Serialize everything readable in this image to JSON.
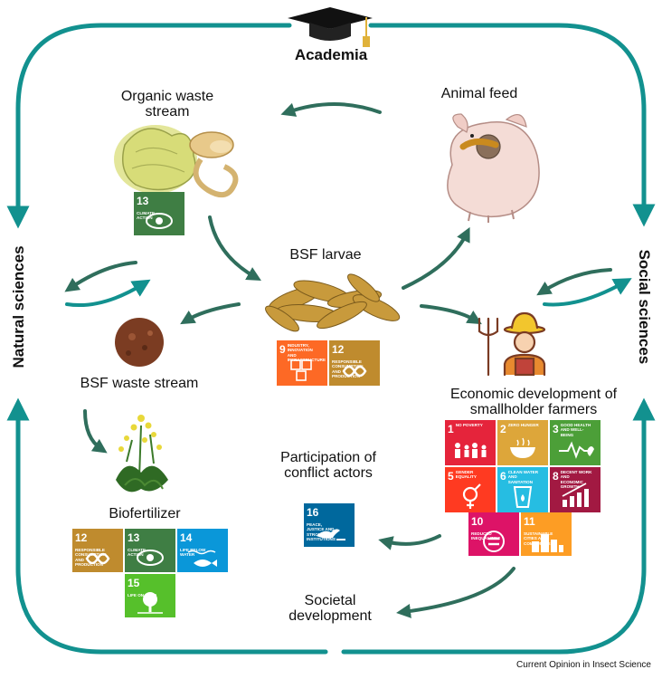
{
  "header": {
    "academia": "Academia"
  },
  "sides": {
    "left": "Natural sciences",
    "right": "Social sciences"
  },
  "nodes": {
    "organic_waste": "Organic waste stream",
    "animal_feed": "Animal feed",
    "bsf_larvae": "BSF larvae",
    "bsf_waste": "BSF waste stream",
    "economic_dev": "Economic development of smallholder farmers",
    "biofertilizer": "Biofertilizer",
    "participation": "Participation of conflict actors",
    "societal": "Societal development"
  },
  "sdgs": {
    "g1": {
      "num": "1",
      "title": "No poverty",
      "color": "#e5243b"
    },
    "g2": {
      "num": "2",
      "title": "Zero hunger",
      "color": "#dda63a"
    },
    "g3": {
      "num": "3",
      "title": "Good health and well-being",
      "color": "#4c9f38"
    },
    "g5": {
      "num": "5",
      "title": "Gender equality",
      "color": "#ff3a21"
    },
    "g6": {
      "num": "6",
      "title": "Clean water and sanitation",
      "color": "#26bde2"
    },
    "g8": {
      "num": "8",
      "title": "Decent work and economic growth",
      "color": "#a21942"
    },
    "g9": {
      "num": "9",
      "title": "Industry, innovation and infrastructure",
      "color": "#fd6925"
    },
    "g10": {
      "num": "10",
      "title": "Reduced inequalities",
      "color": "#dd1367"
    },
    "g11": {
      "num": "11",
      "title": "Sustainable cities and communities",
      "color": "#fd9d24"
    },
    "g12": {
      "num": "12",
      "title": "Responsible consumption and production",
      "color": "#bf8b2e"
    },
    "g13": {
      "num": "13",
      "title": "Climate action",
      "color": "#3f7e44"
    },
    "g14": {
      "num": "14",
      "title": "Life below water",
      "color": "#0a97d9"
    },
    "g15": {
      "num": "15",
      "title": "Life on land",
      "color": "#56c02b"
    },
    "g16": {
      "num": "16",
      "title": "Peace, justice and strong institutions",
      "color": "#00689d"
    }
  },
  "colors": {
    "frame": "#12918f",
    "arrow": "#2f6e5c"
  },
  "credit": "Current Opinion in Insect Science"
}
